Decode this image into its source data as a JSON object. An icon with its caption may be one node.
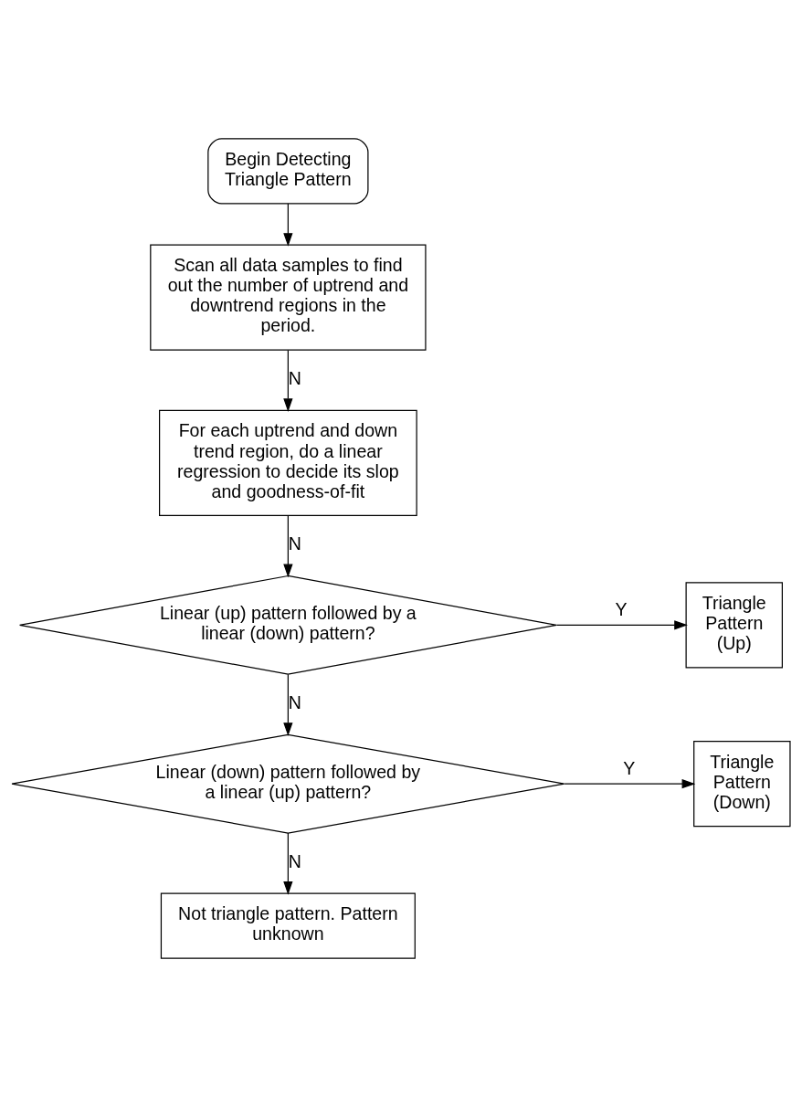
{
  "diagram": {
    "nodes": [
      {
        "text": [
          "Begin Detecting Triangle Pattern"
        ]
      },
      {
        "text": [
          "Scan all data samples to find out the number of uptrend and downtrend regions in the period."
        ]
      },
      {
        "text": [
          "For each uptrend and down trend region, do a linear regression to decide its slop and goodness-of-fit"
        ]
      },
      {
        "text": [
          "Linear (up) pattern followed by a linear (down) pattern?"
        ]
      },
      {
        "text": [
          "Triangle Pattern (Up)"
        ]
      },
      {
        "text": [
          "Linear (down) pattern followed by a linear (up) pattern?"
        ]
      },
      {
        "text": [
          "Triangle Pattern (Down)"
        ]
      },
      {
        "text": [
          "Not triangle pattern. Pattern unknown"
        ]
      }
    ],
    "edges": [
      {
        "from": 0,
        "to": 1,
        "arrow": "to"
      },
      {
        "from": 1,
        "to": 2,
        "arrow": "to",
        "label": "N"
      },
      {
        "from": 2,
        "to": 3,
        "arrow": "to",
        "label": "N"
      },
      {
        "from": 3,
        "to": 4,
        "arrow": "to",
        "label": "Y"
      },
      {
        "from": 3,
        "to": 5,
        "arrow": "to",
        "label": "N"
      },
      {
        "from": 5,
        "to": 6,
        "arrow": "to",
        "label": "Y"
      },
      {
        "from": 5,
        "to": 7,
        "arrow": "to",
        "label": "N"
      }
    ]
  }
}
